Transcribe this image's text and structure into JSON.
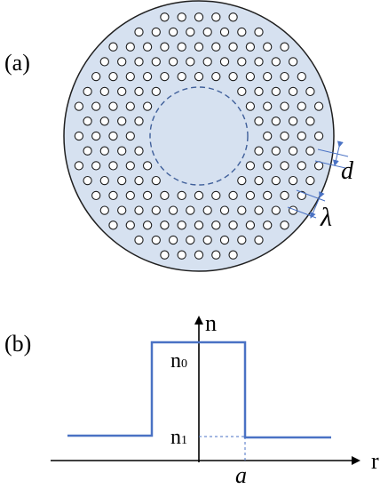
{
  "panel_a": {
    "label": "(a)",
    "pitch_symbol": "λ",
    "hole_diameter_symbol": "d",
    "colors": {
      "fiber_fill": "#d6e1f0",
      "fiber_edge": "#1f1f1f",
      "hole_fill": "#ffffff",
      "hole_edge": "#1f1f1f",
      "core_boundary": "#3f5f9a",
      "dimension_lines": "#4a72c4"
    },
    "core_boundary_style": "dashed"
  },
  "panel_b": {
    "label": "(b)",
    "y_axis_label": "n",
    "x_axis_label": "r",
    "level_high_label": "n0",
    "level_high_base": "n",
    "level_high_sub": "0",
    "level_low_label": "n1",
    "level_low_base": "n",
    "level_low_sub": "1",
    "core_radius_label": "a",
    "colors": {
      "profile": "#4a72c4",
      "axes": "#000000",
      "guide": "#4a72c4"
    }
  }
}
